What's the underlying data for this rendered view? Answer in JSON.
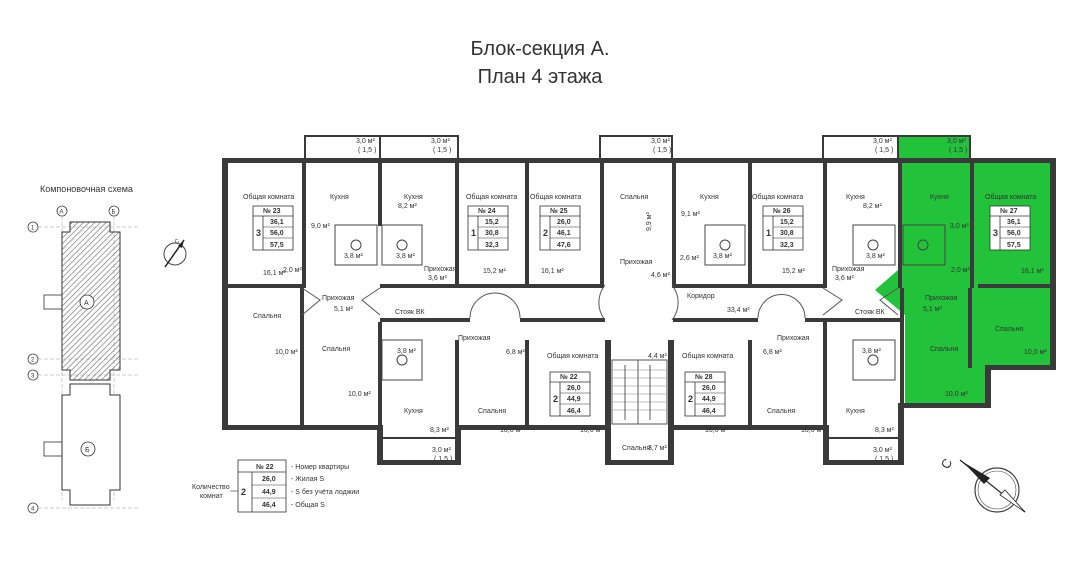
{
  "title": {
    "line1": "Блок-секция А.",
    "line2": "План 4 этажа"
  },
  "scheme": {
    "title": "Компоновочная схема",
    "axes_letters": [
      "А",
      "Б"
    ],
    "axes_numbers": [
      "1",
      "2",
      "3",
      "4"
    ],
    "sections": [
      "А",
      "Б"
    ]
  },
  "compass": {
    "letter": "С"
  },
  "highlight_color": "#22c33a",
  "balconies": {
    "b1": "3,0 м²",
    "b1k": "( 1,5 )",
    "b2": "3,0 м²",
    "b2k": "( 1,5 )",
    "b3": "3,0 м²",
    "b3k": "( 1,5 )",
    "b4": "3,0 м²",
    "b4k": "( 1,5 )",
    "b5": "3,0 м²",
    "b5k": "( 1,5 )",
    "b6": "3,0 м²",
    "b6k": "( 1,5 )",
    "b7": "3,0 м²",
    "b7k": "( 1,5 )"
  },
  "apartments": {
    "a23": {
      "no": "№ 23",
      "rooms": "3",
      "living": "36,1",
      "nolog": "56,0",
      "total": "57,5"
    },
    "a24": {
      "no": "№ 24",
      "rooms": "1",
      "living": "15,2",
      "nolog": "30,8",
      "total": "32,3"
    },
    "a25": {
      "no": "№ 25",
      "rooms": "2",
      "living": "26,0",
      "nolog": "46,1",
      "total": "47,6"
    },
    "a26": {
      "no": "№ 26",
      "rooms": "1",
      "living": "15,2",
      "nolog": "30,8",
      "total": "32,3"
    },
    "a27": {
      "no": "№ 27",
      "rooms": "3",
      "living": "36,1",
      "nolog": "56,0",
      "total": "57,5"
    },
    "a22": {
      "no": "№ 22",
      "rooms": "2",
      "living": "26,0",
      "nolog": "44,9",
      "total": "46,4"
    },
    "a28": {
      "no": "№ 28",
      "rooms": "2",
      "living": "26,0",
      "nolog": "44,9",
      "total": "46,4"
    }
  },
  "rooms": {
    "ok1": "Общая комната",
    "ok2": "Общая комната",
    "ok3": "Общая комната",
    "ok4": "Общая комната",
    "ok5": "Общая комната",
    "ok6": "Общая комната",
    "ok7": "Общая комната",
    "ku1": "Кухня",
    "ku2": "Кухня",
    "ku3": "Кухня",
    "ku4": "Кухня",
    "ku5": "Кухня",
    "ku6": "Кухня",
    "ku7": "Кухня",
    "sp1": "Спальня",
    "sp2": "Спальня",
    "sp3": "Спальня",
    "sp4": "Спальня",
    "sp5": "Спальня",
    "sp6": "Спальня",
    "sp7": "Спальня",
    "sp8": "Спальня",
    "pr1": "Прихожая",
    "pr2": "Прихожая",
    "pr3": "Прихожая",
    "pr4": "Прихожая",
    "pr5": "Прихожая",
    "pr6": "Прихожая",
    "pr7": "Прихожая",
    "corridor": "Коридор",
    "riser1": "Стояк ВК",
    "riser2": "Стояк ВК"
  },
  "areas": {
    "s161a": "16,1 м²",
    "s20a": "2,0 м²",
    "s38a": "3,8 м²",
    "s38b": "3,8 м²",
    "s90": "9,0 м²",
    "s82a": "8,2 м²",
    "s36a": "3,6 м²",
    "s152a": "15,2 м²",
    "s161b": "16,1 м²",
    "s99": "9,9 м²",
    "s91": "9,1 м²",
    "s46": "4,6 м²",
    "s26": "2,6 м²",
    "s38c": "3,8 м²",
    "s152b": "15,2 м²",
    "s36b": "3,6 м²",
    "s82b": "8,2 м²",
    "s38d": "3,8 м²",
    "s30": "3,0 м²",
    "s20b": "2,0 м²",
    "s161c": "16,1 м²",
    "s51a": "5,1 м²",
    "s334": "33,4 м²",
    "s51b": "5,1 м²",
    "s100a": "10,0 м²",
    "s100b": "10,0 м²",
    "s38e": "3,8 м²",
    "s68a": "6,8 м²",
    "s100c": "10,0 м²",
    "s160a": "16,0 м²",
    "s44": "4,4 м²",
    "s37": "3,7 м²",
    "s160b": "16,0 м²",
    "s68b": "6,8 м²",
    "s100d": "10,0 м²",
    "s38f": "3,8 м²",
    "s100e": "10,0 м²",
    "s100f": "10,0 м²",
    "s83a": "8,3 м²",
    "s83b": "8,3 м²"
  },
  "legend": {
    "rooms_label_1": "Количество",
    "rooms_label_2": "комнат",
    "no": "№ 22",
    "living": "26,0",
    "nolog": "44,9",
    "total": "46,4",
    "rooms": "2",
    "d1": "- Номер квартиры",
    "d2": "- Жилая S",
    "d3": "- S без учёта лоджии",
    "d4": "- Общая S"
  }
}
